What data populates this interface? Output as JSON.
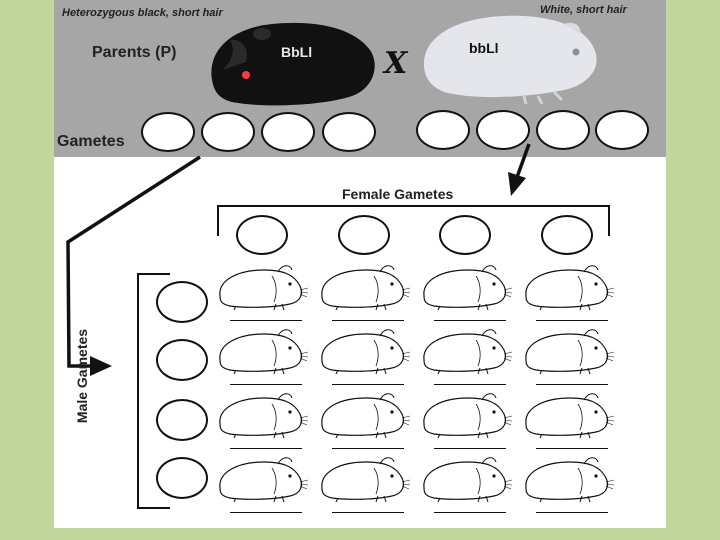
{
  "header": {
    "left_caption": "Heterozygous black, short hair",
    "right_caption": "White, short hair",
    "parents_label": "Parents (P)",
    "cross_symbol": "X",
    "gametes_label": "Gametes"
  },
  "parents": [
    {
      "genotype": "BbLl",
      "fur_color": "#111111",
      "eye_color": "#ff3b3b",
      "icon": "black-guinea-pig-icon"
    },
    {
      "genotype": "bbLl",
      "fur_color": "#e4e6ec",
      "eye_color": "#cfd4dc",
      "icon": "white-guinea-pig-icon"
    }
  ],
  "punnett": {
    "female_label": "Female Gametes",
    "male_label": "Male Gametes",
    "rows": 4,
    "cols": 4,
    "cell_icon": "guinea-pig-outline-icon"
  },
  "colors": {
    "page_background": "#c3d69b",
    "top_band": "#a6a6a6",
    "slide": "#ffffff",
    "ink": "#111111"
  }
}
